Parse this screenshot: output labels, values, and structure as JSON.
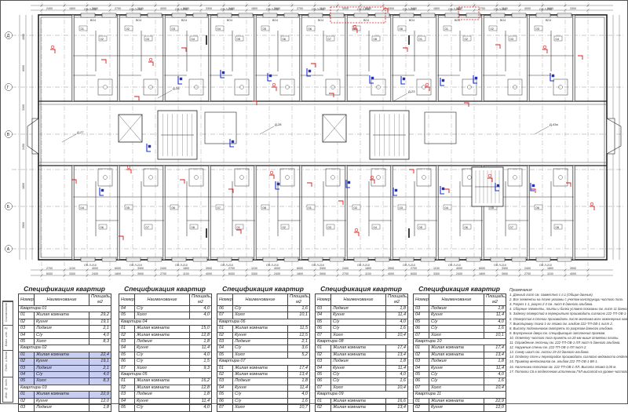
{
  "plan": {
    "window_tag": "ОП.Л-208",
    "window_tag_alt": "ОП.Л-210",
    "unit_tag": "ВО4",
    "room_codes": [
      "01",
      "02",
      "03",
      "04",
      "05",
      "06",
      "07",
      "08"
    ],
    "dim_values": [
      "2700",
      "1100",
      "4000",
      "6000",
      "3300",
      "2400",
      "1800",
      "3900"
    ],
    "axes_left": [
      "Д",
      "Г",
      "В",
      "Б",
      "А"
    ],
    "callouts": [
      "Д-27",
      "Д-28",
      "Д-28",
      "Д-23",
      "Д-43а"
    ],
    "accent_red": "#e01818",
    "accent_blue": "#1a2fd6"
  },
  "specs": [
    {
      "title": "Спецификация квартир",
      "headers": [
        "Номер",
        "Наименование",
        "Площадь, м2"
      ],
      "rows": [
        {
          "n": "Квартира 01",
          "name": "",
          "area": "",
          "group": true
        },
        {
          "n": "01",
          "name": "Жилая комната",
          "area": "29,2"
        },
        {
          "n": "02",
          "name": "Кухня",
          "area": "19,1"
        },
        {
          "n": "03",
          "name": "Лоджия",
          "area": "2,1"
        },
        {
          "n": "04",
          "name": "С/у",
          "area": "4,0"
        },
        {
          "n": "05",
          "name": "Холл",
          "area": "8,3"
        },
        {
          "n": "Квартира 02",
          "name": "",
          "area": "",
          "group": true
        },
        {
          "n": "01",
          "name": "Жилая комната",
          "area": "22,4",
          "hl": true
        },
        {
          "n": "02",
          "name": "Кухня",
          "area": "19,1",
          "hl": true
        },
        {
          "n": "03",
          "name": "Лоджия",
          "area": "2,1",
          "hl": true
        },
        {
          "n": "04",
          "name": "С/у",
          "area": "4,0",
          "hl": true
        },
        {
          "n": "05",
          "name": "Холл",
          "area": "8,3",
          "hl": true
        },
        {
          "n": "Квартира 03",
          "name": "",
          "area": "",
          "group": true
        },
        {
          "n": "01",
          "name": "Жилая комната",
          "area": "22,9",
          "hl": true
        },
        {
          "n": "02",
          "name": "Кухня",
          "area": "12,0"
        },
        {
          "n": "03",
          "name": "Лоджия",
          "area": "1,8"
        }
      ]
    },
    {
      "title": "Спецификация квартир",
      "headers": [
        "Номер",
        "Наименование",
        "Площадь, м2"
      ],
      "rows": [
        {
          "n": "04",
          "name": "С/у",
          "area": "4,0"
        },
        {
          "n": "05",
          "name": "Холл",
          "area": "4,0"
        },
        {
          "n": "Квартира 04",
          "name": "",
          "area": "",
          "group": true
        },
        {
          "n": "01",
          "name": "Жилая комната",
          "area": "15,0"
        },
        {
          "n": "02",
          "name": "Жилая комната",
          "area": "12,8"
        },
        {
          "n": "03",
          "name": "Лоджия",
          "area": "1,8"
        },
        {
          "n": "04",
          "name": "Кухня",
          "area": "11,4"
        },
        {
          "n": "05",
          "name": "С/у",
          "area": "4,0"
        },
        {
          "n": "06",
          "name": "С/у",
          "area": "1,5"
        },
        {
          "n": "07",
          "name": "Холл",
          "area": "9,3"
        },
        {
          "n": "Квартира 05",
          "name": "",
          "area": "",
          "group": true
        },
        {
          "n": "01",
          "name": "Жилая комната",
          "area": "16,2"
        },
        {
          "n": "02",
          "name": "Жилая комната",
          "area": "12,8"
        },
        {
          "n": "03",
          "name": "Лоджия",
          "area": "1,8"
        },
        {
          "n": "04",
          "name": "Кухня",
          "area": "11,4"
        },
        {
          "n": "05",
          "name": "С/у",
          "area": "4,0"
        }
      ]
    },
    {
      "title": "Спецификация квартир",
      "headers": [
        "Номер",
        "Наименование",
        "Площадь, м2"
      ],
      "rows": [
        {
          "n": "06",
          "name": "С/у",
          "area": "1,6"
        },
        {
          "n": "07",
          "name": "Холл",
          "area": "10,1"
        },
        {
          "n": "Квартира 06",
          "name": "",
          "area": "",
          "group": true
        },
        {
          "n": "01",
          "name": "Жилая комната",
          "area": "11,5"
        },
        {
          "n": "02",
          "name": "Кухня",
          "area": "12,5"
        },
        {
          "n": "03",
          "name": "Лоджия",
          "area": "2,1"
        },
        {
          "n": "04",
          "name": "С/у",
          "area": "3,6"
        },
        {
          "n": "05",
          "name": "Холл",
          "area": "5,2"
        },
        {
          "n": "Квартира 07",
          "name": "",
          "area": "",
          "group": true
        },
        {
          "n": "01",
          "name": "Жилая комната",
          "area": "17,4"
        },
        {
          "n": "02",
          "name": "Жилая комната",
          "area": "13,4"
        },
        {
          "n": "03",
          "name": "Лоджия",
          "area": "1,8"
        },
        {
          "n": "04",
          "name": "Кухня",
          "area": "11,4"
        },
        {
          "n": "05",
          "name": "С/у",
          "area": "4,0"
        },
        {
          "n": "06",
          "name": "С/у",
          "area": "1,6"
        },
        {
          "n": "07",
          "name": "Холл",
          "area": "10,7"
        }
      ]
    },
    {
      "title": "Спецификация квартир",
      "headers": [
        "Номер",
        "Наименование",
        "Площадь, м2"
      ],
      "rows": [
        {
          "n": "03",
          "name": "Лоджия",
          "area": "1,8"
        },
        {
          "n": "04",
          "name": "Кухня",
          "area": "11,4"
        },
        {
          "n": "05",
          "name": "С/у",
          "area": "4,0"
        },
        {
          "n": "06",
          "name": "С/у",
          "area": "1,6"
        },
        {
          "n": "07",
          "name": "Холл",
          "area": "10,4"
        },
        {
          "n": "Квартира 08",
          "name": "",
          "area": "",
          "group": true
        },
        {
          "n": "01",
          "name": "Жилая комната",
          "area": "17,4"
        },
        {
          "n": "02",
          "name": "Жилая комната",
          "area": "13,4"
        },
        {
          "n": "03",
          "name": "Лоджия",
          "area": "1,8"
        },
        {
          "n": "04",
          "name": "Кухня",
          "area": "11,4"
        },
        {
          "n": "05",
          "name": "С/у",
          "area": "4,0"
        },
        {
          "n": "06",
          "name": "С/у",
          "area": "1,6"
        },
        {
          "n": "07",
          "name": "Холл",
          "area": "10,4"
        },
        {
          "n": "Квартира 09",
          "name": "",
          "area": "",
          "group": true
        },
        {
          "n": "01",
          "name": "Жилая комната",
          "area": "16,6"
        },
        {
          "n": "02",
          "name": "Жилая комната",
          "area": "13,4"
        }
      ]
    },
    {
      "title": "Спецификация квартир",
      "headers": [
        "Номер",
        "Наименование",
        "Площадь, м2"
      ],
      "rows": [
        {
          "n": "03",
          "name": "Лоджия",
          "area": "1,8"
        },
        {
          "n": "04",
          "name": "Кухня",
          "area": "11,4"
        },
        {
          "n": "05",
          "name": "С/у",
          "area": "4,0"
        },
        {
          "n": "06",
          "name": "С/у",
          "area": "1,6"
        },
        {
          "n": "07",
          "name": "Холл",
          "area": "10,1"
        },
        {
          "n": "Квартира 10",
          "name": "",
          "area": "",
          "group": true
        },
        {
          "n": "01",
          "name": "Жилая комната",
          "area": "17,4"
        },
        {
          "n": "02",
          "name": "Жилая комната",
          "area": "13,4"
        },
        {
          "n": "03",
          "name": "Лоджия",
          "area": "1,8"
        },
        {
          "n": "04",
          "name": "Кухня",
          "area": "11,4"
        },
        {
          "n": "05",
          "name": "С/у",
          "area": "4,0"
        },
        {
          "n": "06",
          "name": "С/у",
          "area": "1,6"
        },
        {
          "n": "07",
          "name": "Холл",
          "area": "10,4"
        },
        {
          "n": "Квартира 11",
          "name": "",
          "area": "",
          "group": true
        },
        {
          "n": "01",
          "name": "Жилая комната",
          "area": "22,9"
        },
        {
          "n": "02",
          "name": "Кухня",
          "area": "12,0"
        }
      ]
    }
  ],
  "notes": {
    "heading": "Примечания",
    "items": [
      "1. Данный лист см. совместно с л.1 (Общие данные).",
      "2. Все элементы на плане указаны с учетом конструкции чистого пола.",
      "3. Разрез 1-1, разрез 2-2 см. лист 8 данного альбома.",
      "4. Сборные элементы, плиты и балки условно показаны см. лист 11 данного альбома.",
      "5. Заделку отверстий в перекрытиях производить согласно 222-ТП-ОВ-1-7.",
      "6. Отверстия в стенах производить после монтажа всех инженерных коммуникаций.",
      "7. Выкопировку плана 1-го этажа см. альбом 222-ТП-ОВ-1 лист 2.",
      "8. Высоту подоконников смотреть по разрезам данного альбома.",
      "9. Внутренние двери см. спецификацию заполнения проемов.",
      "10. Отметку чистого пола принять на 20 мм выше отметки плиты.",
      "11. Ограждение лестниц см. 222-ТП-ОВ-1-ЛЛ лист 5 данного альбома.",
      "12. Наружные стены см. 222-ТП-ОВ-1-ЛЛ лист 2.",
      "13. Схему шахт см. листы 19-23 данного альбома.",
      "14. Отделку стен и перегородок производить согласно ведомости отделки.",
      "15. Привязку вентканалов см. альбом 222-ТП-ОВ-1-ВК-1.",
      "16. Наличники потолков см. 222-ТП-ОВ-1-ЛЛ. Высота этажа 3,00 м.",
      "17. Потолки С6 в отделочном исполнении ГКЛ высотой на уровне чистого пола."
    ]
  },
  "stamp": [
    "Согласовано",
    "Взам. инв. №",
    "Подп. и дата",
    "Инв. № подл."
  ]
}
